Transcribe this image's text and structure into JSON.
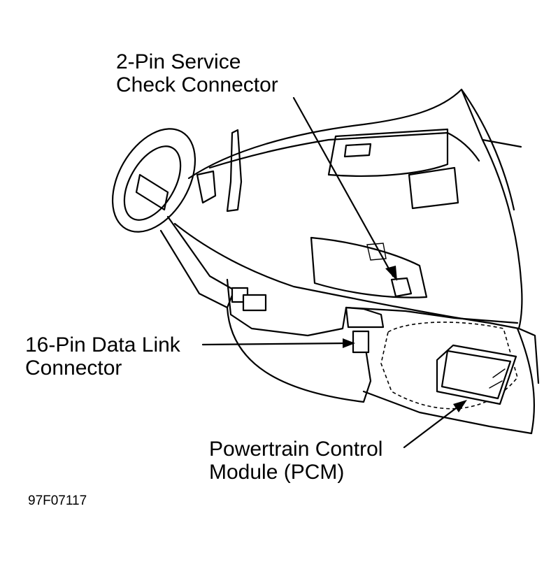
{
  "callouts": {
    "service_check": {
      "line1": "2-Pin Service",
      "line2": "Check Connector"
    },
    "data_link": {
      "line1": "16-Pin Data Link",
      "line2": "Connector"
    },
    "pcm": {
      "line1": "Powertrain Control",
      "line2": "Module (PCM)"
    }
  },
  "figure_id": "97F07117",
  "colors": {
    "ink": "#000000",
    "paper": "#ffffff"
  }
}
